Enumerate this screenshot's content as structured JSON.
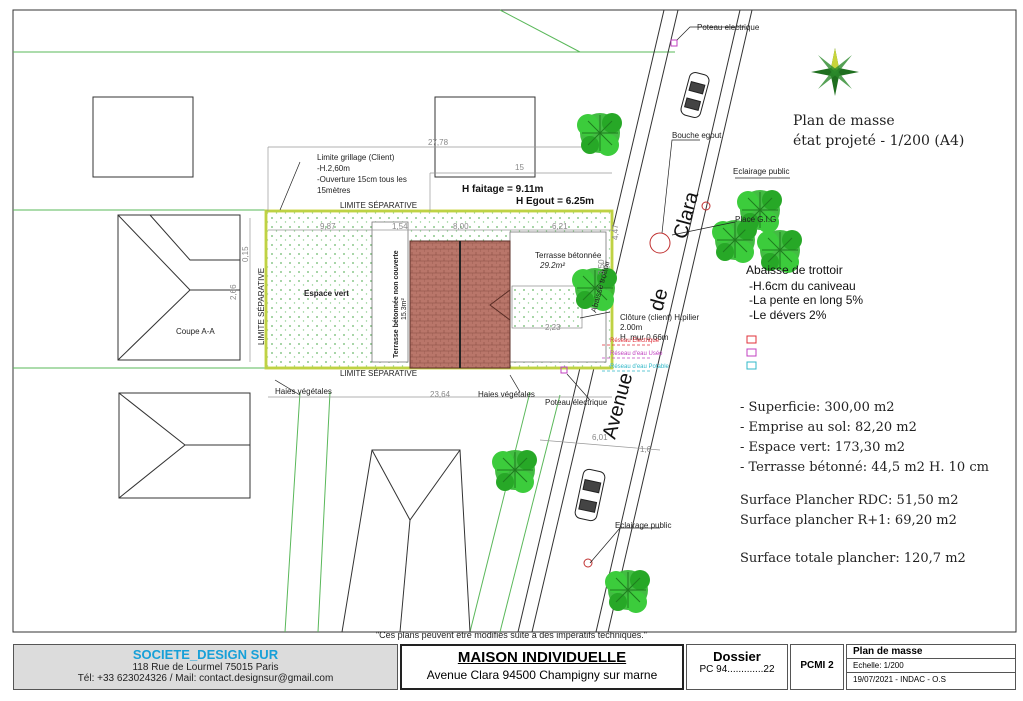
{
  "title": {
    "line1": "Plan de masse",
    "line2": "état projeté - 1/200 (A4)"
  },
  "labels": {
    "poteau_top": "Poteau electrique",
    "bouche_egout": "Bouche egout",
    "eclairage_top": "Eclairage public",
    "place_gig": "Place G.I.G",
    "limite_grillage": [
      "Limite grillage (Client)",
      "-H.2,60m",
      "-Ouverture 15cm tous les",
      "15mètres"
    ],
    "h_faitage": "H faitage = 9.11m",
    "h_egout": "H Egout = 6.25m",
    "limite_sep_top": "LIMITE SÉPARATIVE",
    "limite_sep_bottom": "LIMITE SÉPARATIVE",
    "limite_sep_left": "LIMITE SÉPARATIVE",
    "espace_vert": "Espace vert",
    "terrasse_non_couverte": "Terrasse bétonnée non couverte",
    "terrasse_non_couverte_area": "15.3m²",
    "terrasse_betonnee": "Terrasse bétonnée",
    "terrasse_area": "29.2m²",
    "abaisse_trottoir_road": "Abaissé trottoir",
    "cloture": [
      "Clôture (client) H.pilier",
      "2.00m",
      "H. mur 0.66m"
    ],
    "coupe": "Coupe A-A",
    "haies_left": "Haies végétales",
    "haies_mid": "Haies végétales",
    "poteau_mid": "Poteau électrique",
    "eclairage_bottom": "Eclairage public",
    "street_avenue": "Avenue",
    "street_de": "de",
    "street_clara": "Clara",
    "abaisse_block": [
      "Abaisse de trottoir",
      "-H.6cm du caniveau",
      "-La pente en long 5%",
      "-Le dévers 2%"
    ],
    "legend": [
      "Réseau Electrique",
      "Réseau d'eau Usée",
      "Réseau d'eau Potable"
    ]
  },
  "dimensions": {
    "d_27_78": "27,78",
    "d_15": "15",
    "d_23_64": "23,64",
    "d_9_87": "9,87",
    "d_1_54": "1,54",
    "d_8_00": "8,00",
    "d_6_21": "6,21",
    "d_2_66": "2,66",
    "d_0_15": "0,15",
    "d_6_01": "6,01",
    "d_1_6": "1,6",
    "d_2_23": "2,23",
    "d_3_50": "3,50",
    "d_4_47": "4,47"
  },
  "stats": [
    "- Superficie: 300,00 m2",
    "- Emprise au sol: 82,20 m2",
    "- Espace vert: 173,30 m2",
    "- Terrasse bétonné: 44,5 m2  H. 10 cm"
  ],
  "surfaces": [
    "Surface Plancher RDC: 51,50 m2",
    "Surface plancher R+1: 69,20 m2"
  ],
  "surface_totale": "Surface totale plancher: 120,7 m2",
  "footer": {
    "disclaimer": "\"Ces plans peuvent être modifiés suite à des impératifs techniques.\"",
    "company_name": "SOCIETE_DESIGN SUR",
    "company_address": "118 Rue de Lourmel 75015 Paris",
    "company_contact": "Tél: +33 623024326 / Mail: contact.designsur@gmail.com",
    "project_title": "MAISON INDIVIDUELLE",
    "project_address": "Avenue Clara 94500 Champigny sur marne",
    "dossier_label": "Dossier",
    "dossier_value": "PC 94.............22",
    "pcmi": "PCMI 2",
    "sheet_title": "Plan de masse",
    "echelle": "Echelle: 1/200",
    "date": "19/07/2021 - INDAC - O.S"
  },
  "colors": {
    "plot_line": "#5ab85a",
    "hedge": "#c9d43a",
    "house_roof": "#b9766a",
    "tree": "#2fb52f",
    "company_blue": "#17a0d8",
    "reseau_elec": "#e0303a",
    "reseau_usee": "#c040c0",
    "reseau_potable": "#30b8c8"
  }
}
